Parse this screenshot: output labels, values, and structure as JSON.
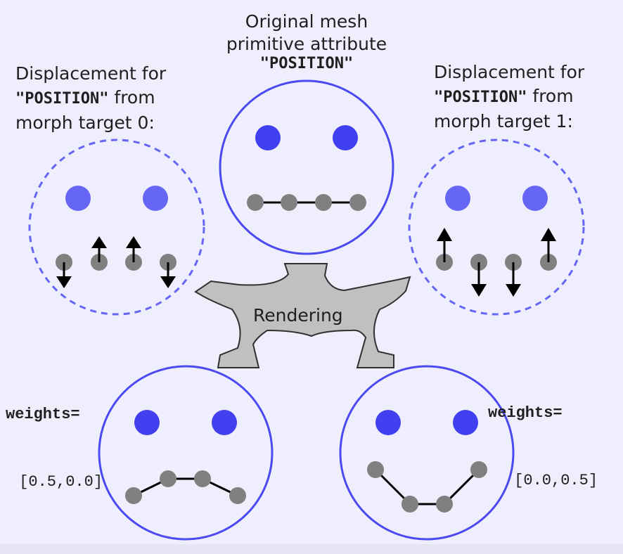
{
  "labels": {
    "top_title_line1": "Original mesh",
    "top_title_line2": "primitive attribute",
    "top_title_line3": "\"POSITION\"",
    "left_line1": "Displacement for",
    "left_line2_mono": "\"POSITION\"",
    "left_line2_rest": " from",
    "left_line3": "morph target 0:",
    "right_line1": "Displacement for",
    "right_line2_mono": "\"POSITION\"",
    "right_line2_rest": " from",
    "right_line3": "morph target 1:",
    "rendering": "Rendering",
    "weights_left_line1": "weights=",
    "weights_left_line2": " [0.5,0.0]",
    "weights_right_line1": "weights=",
    "weights_right_line2": " [0.0,0.5]"
  },
  "colors": {
    "circle_stroke": "#4a4af0",
    "eye_original": "#4040f0",
    "eye_target": "#6666f5",
    "vertex": "#808080",
    "arrow": "#000000",
    "arrow_shape_fill": "#c0c0c0"
  }
}
